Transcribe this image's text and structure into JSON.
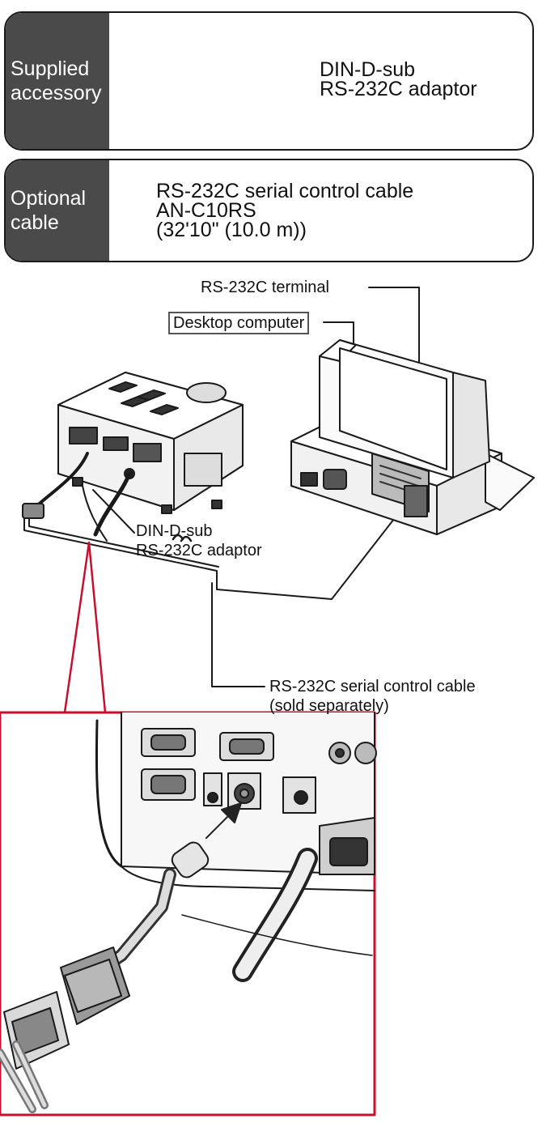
{
  "supplied": {
    "label_lines": [
      "Supplied",
      "accessory"
    ],
    "item_lines": [
      "DIN-D-sub",
      "RS-232C adaptor"
    ]
  },
  "optional": {
    "label_lines": [
      "Optional",
      "cable"
    ],
    "item_lines": [
      "RS-232C serial control cable",
      "AN-C10RS",
      "(32'10\" (10.0 m))"
    ]
  },
  "callouts": {
    "terminal": "RS-232C terminal",
    "computer": "Desktop computer",
    "adaptor_lines": [
      "DIN-D-sub",
      "RS-232C adaptor"
    ],
    "cable_lines": [
      "RS-232C serial control cable",
      "(sold separately)"
    ]
  },
  "colors": {
    "label_bg": "#4a4a4a",
    "zoom_frame": "#c8102e",
    "line": "#1a1a1a"
  }
}
